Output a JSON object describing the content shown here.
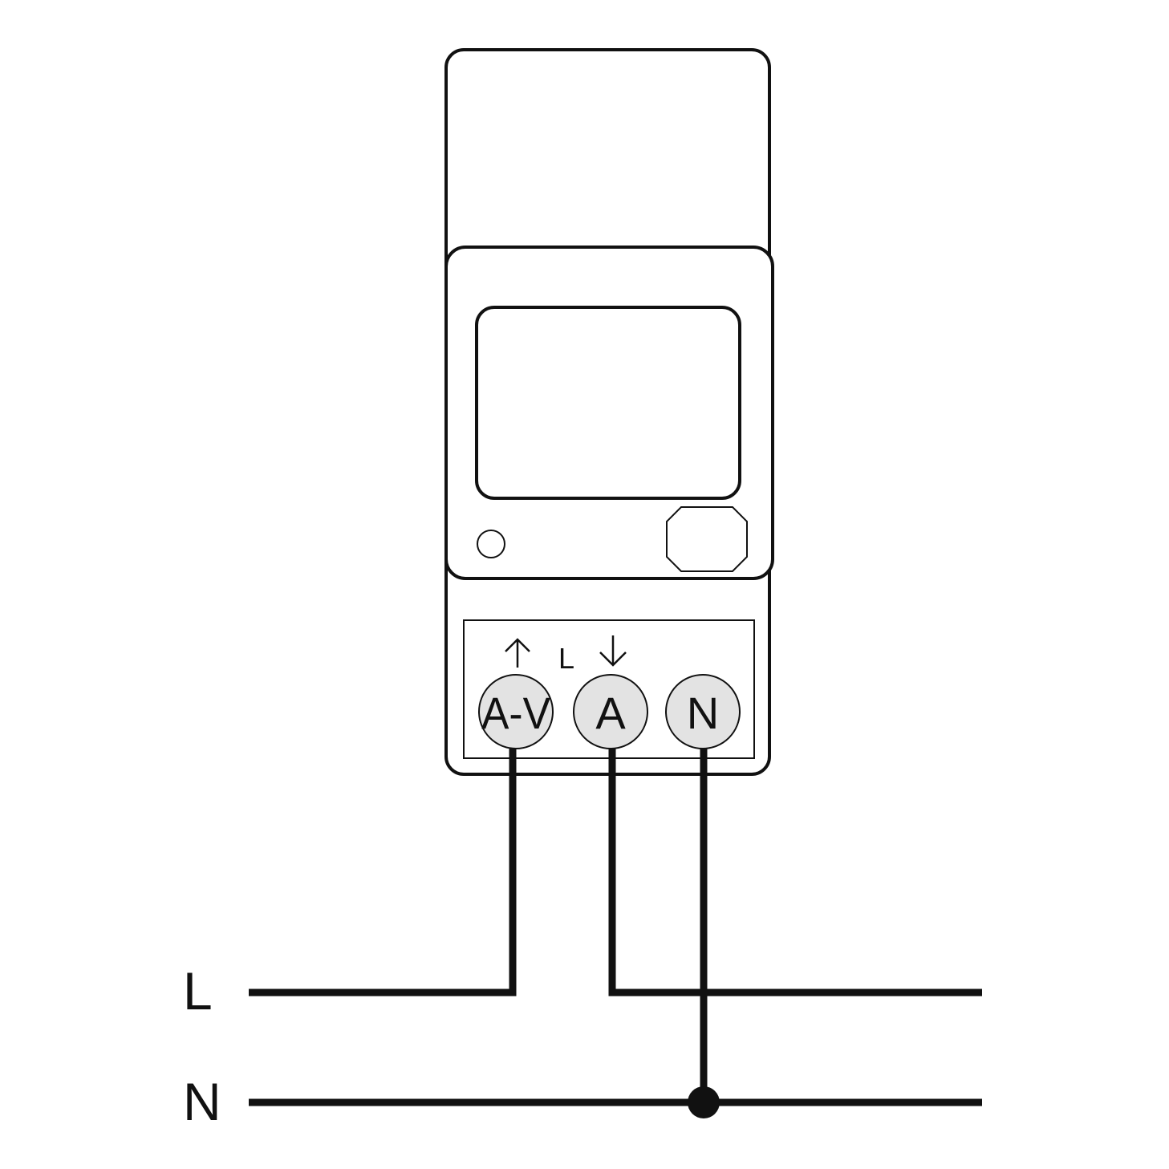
{
  "terminals": {
    "av_label": "A-V",
    "a_label": "A",
    "n_label": "N"
  },
  "terminal_block": {
    "group_label": "L",
    "arrow_in_icon": "arrow-up-icon",
    "arrow_out_icon": "arrow-down-icon"
  },
  "lines": {
    "live_label": "L",
    "neutral_label": "N"
  },
  "colors": {
    "stroke": "#111111",
    "terminal_fill": "#e3e3e3",
    "background": "#ffffff"
  }
}
